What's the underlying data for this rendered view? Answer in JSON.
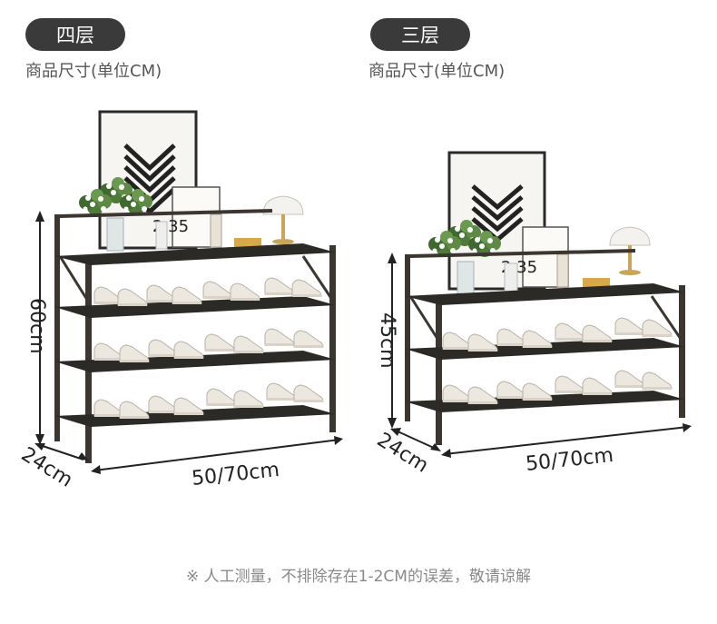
{
  "left": {
    "tag": "四层",
    "subtitle": "商品尺寸(单位CM)",
    "height_label": "60cm",
    "depth_label": "24cm",
    "width_label": "50/70cm",
    "art_text": "2 35"
  },
  "right": {
    "tag": "三层",
    "subtitle": "商品尺寸(单位CM)",
    "height_label": "45cm",
    "depth_label": "24cm",
    "width_label": "50/70cm",
    "art_text": "2 35"
  },
  "footnote": "※ 人工测量，不排除存在1-2CM的误差，敬请谅解",
  "colors": {
    "tag_bg": "#3a3a3a",
    "frame": "#3b3630",
    "shelf": "#2c2a27",
    "shoe": "#ece7df"
  }
}
